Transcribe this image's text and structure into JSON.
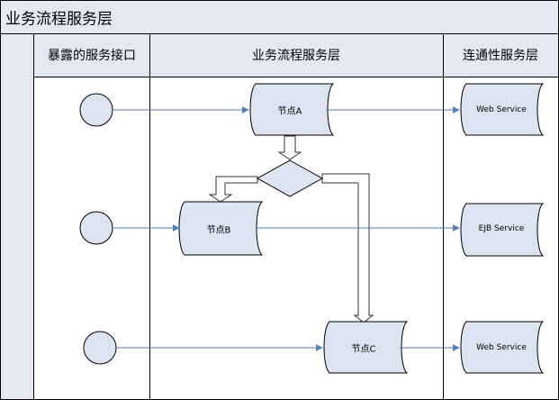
{
  "title": "业务流程服务层",
  "lanes": [
    {
      "header": "暴露的服务接口"
    },
    {
      "header": "业务流程服务层"
    },
    {
      "header": "连通性服务层"
    }
  ],
  "nodes": [
    {
      "label": "节点A"
    },
    {
      "label": "节点B"
    },
    {
      "label": "节点C"
    }
  ],
  "services": [
    {
      "label": "Web Service"
    },
    {
      "label": "EJB Service"
    },
    {
      "label": "Web Service"
    }
  ],
  "colors": {
    "header_fill": "#e4e8f3",
    "body_fill": "#ffffff",
    "shape_fill": "#dce4f2",
    "line": "#000000",
    "connector": "#4f7fbf",
    "block_arrow": "#333333"
  }
}
